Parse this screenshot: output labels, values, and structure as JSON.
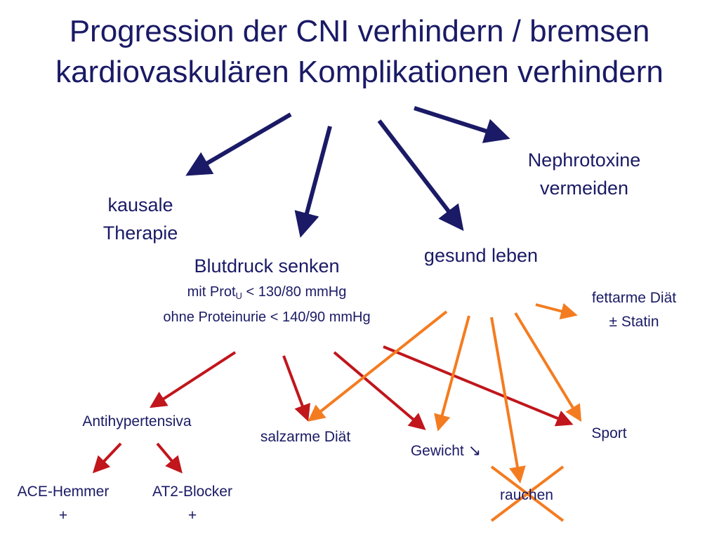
{
  "title": {
    "line1": "Progression der CNI verhindern / bremsen",
    "line2": "kardiovaskulären Komplikationen verhindern"
  },
  "nodes": {
    "kausale": {
      "line1": "kausale",
      "line2": "Therapie"
    },
    "blutdruck": {
      "label": "Blutdruck senken",
      "line_prot_prefix": "mit Prot",
      "line_prot_sub": "U",
      "line_prot_suffix": " < 130/80 mmHg",
      "line_ohne": "ohne Proteinurie < 140/90 mmHg"
    },
    "gesund": {
      "label": "gesund leben"
    },
    "nephro": {
      "line1": "Nephrotoxine",
      "line2": "vermeiden"
    },
    "fettarm": {
      "line1": "fettarme Diät",
      "line2": "± Statin"
    },
    "antihyp": {
      "label": "Antihypertensiva"
    },
    "salzarm": {
      "label": "salzarme Diät"
    },
    "gewicht": {
      "label": "Gewicht",
      "trend_glyph": "↘"
    },
    "sport": {
      "label": "Sport"
    },
    "rauchen": {
      "label": "rauchen"
    },
    "ace": {
      "line1": "ACE-Hemmer",
      "line2": "+"
    },
    "at2": {
      "line1": "AT2-Blocker",
      "line2": "+"
    }
  },
  "colors": {
    "text": "#1a1a66",
    "navy_arrow": "#1a1a66",
    "red_arrow": "#c0161c",
    "orange_arrow": "#f47c20"
  }
}
